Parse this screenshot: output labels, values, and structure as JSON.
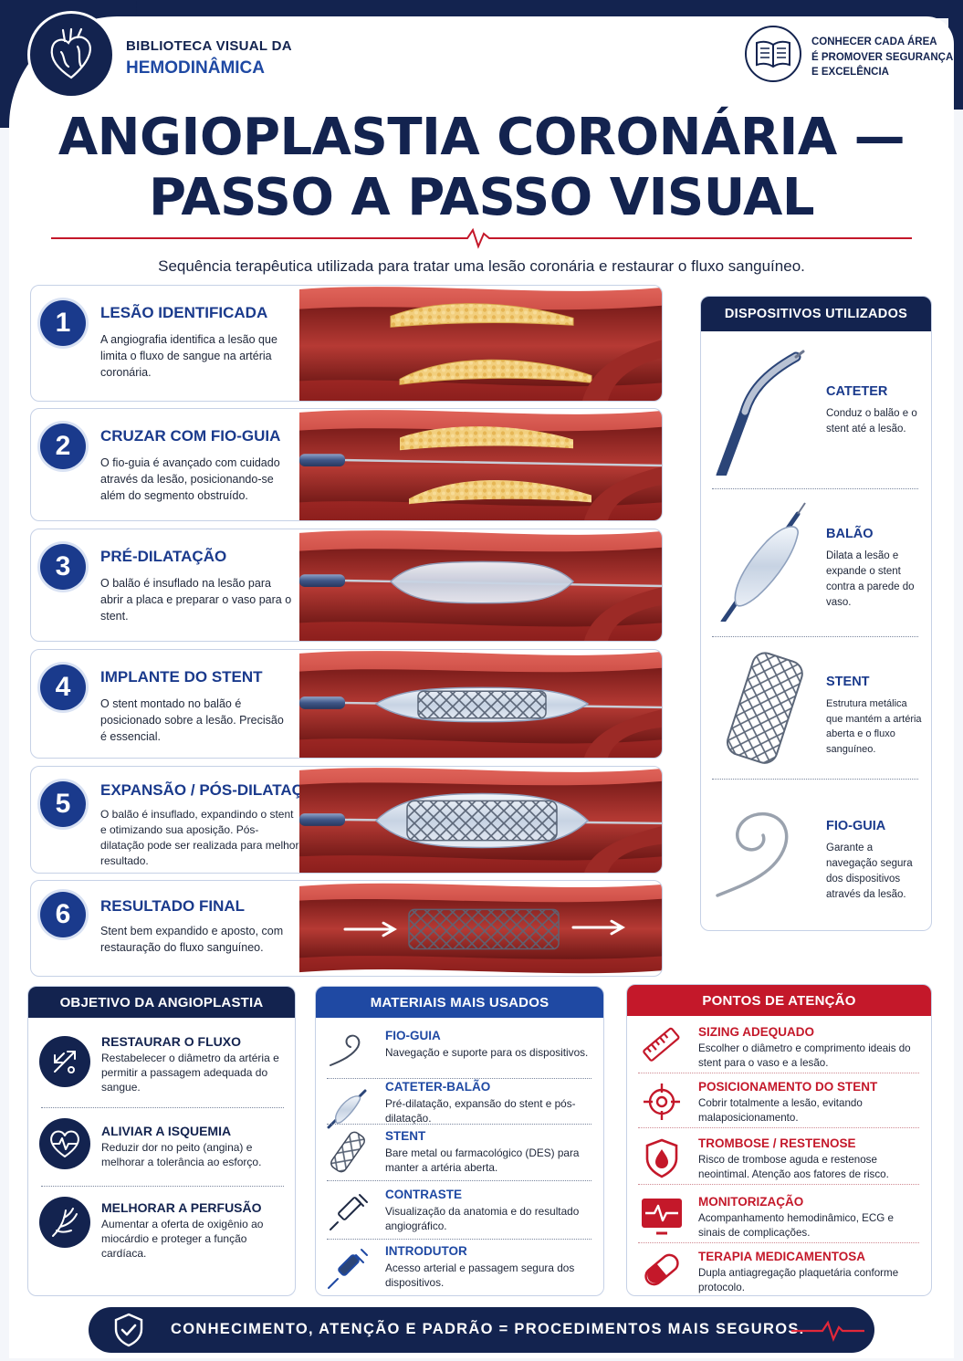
{
  "header": {
    "brand_line1": "BIBLIOTECA VISUAL DA",
    "brand_line2": "HEMODINÂMICA",
    "tagline": [
      "CONHECER CADA ÁREA",
      "É PROMOVER SEGURANÇA",
      "E EXCELÊNCIA"
    ],
    "logo_icon": "heart-icon",
    "tagline_icon": "book-icon"
  },
  "title": {
    "line1": "ANGIOPLASTIA CORONÁRIA —",
    "line2": "PASSO A PASSO VISUAL",
    "subtitle": "Sequência terapêutica utilizada para tratar uma lesão coronária e restaurar o fluxo sanguíneo."
  },
  "steps": [
    {
      "number": "1",
      "title": "LESÃO IDENTIFICADA",
      "desc": "A angiografia identifica a lesão que limita o fluxo de sangue na artéria coronária."
    },
    {
      "number": "2",
      "title": "CRUZAR COM FIO-GUIA",
      "desc": "O fio-guia é avançado com cuidado através da lesão, posicionando-se além do segmento obstruído."
    },
    {
      "number": "3",
      "title": "PRÉ-DILATAÇÃO",
      "desc": "O balão é insuflado na lesão para abrir a placa e preparar o vaso para o stent."
    },
    {
      "number": "4",
      "title": "IMPLANTE DO STENT",
      "desc": "O stent montado no balão é posicionado sobre a lesão. Precisão é essencial."
    },
    {
      "number": "5",
      "title": "EXPANSÃO / PÓS-DILATAÇÃO",
      "desc": "O balão é insuflado, expandindo o stent e otimizando sua aposição. Pós-dilatação pode ser realizada para melhor resultado."
    },
    {
      "number": "6",
      "title": "RESULTADO FINAL",
      "desc": "Stent bem expandido e aposto, com restauração do fluxo sanguíneo."
    }
  ],
  "devices": {
    "title": "DISPOSITIVOS UTILIZADOS",
    "items": [
      {
        "name": "CATETER",
        "desc": "Conduz o balão e o stent até a lesão.",
        "icon": "catheter-icon"
      },
      {
        "name": "BALÃO",
        "desc": "Dilata a lesão e expande o stent contra a parede do vaso.",
        "icon": "balloon-icon"
      },
      {
        "name": "STENT",
        "desc": "Estrutura metálica que mantém a artéria aberta e o fluxo sanguíneo.",
        "icon": "stent-icon"
      },
      {
        "name": "FIO-GUIA",
        "desc": "Garante a navegação segura dos dispositivos através da lesão.",
        "icon": "guidewire-icon"
      }
    ]
  },
  "objective": {
    "title": "OBJETIVO DA ANGIOPLASTIA",
    "items": [
      {
        "title": "RESTAURAR O FLUXO",
        "desc": "Restabelecer o diâmetro da artéria e permitir a passagem adequada do sangue.",
        "icon": "flow-arrows-icon"
      },
      {
        "title": "ALIVIAR A ISQUEMIA",
        "desc": "Reduzir dor no peito (angina) e melhorar a tolerância ao esforço.",
        "icon": "heart-pulse-icon"
      },
      {
        "title": "MELHORAR A PERFUSÃO",
        "desc": "Aumentar a oferta de oxigênio ao miocárdio e proteger a função cardíaca.",
        "icon": "vessel-branch-icon"
      }
    ]
  },
  "materials": {
    "title": "MATERIAIS MAIS USADOS",
    "items": [
      {
        "title": "FIO-GUIA",
        "desc": "Navegação e suporte para os dispositivos.",
        "icon": "guidewire-icon"
      },
      {
        "title": "CATETER-BALÃO",
        "desc": "Pré-dilatação, expansão do stent e pós-dilatação.",
        "icon": "balloon-catheter-icon"
      },
      {
        "title": "STENT",
        "desc": "Bare metal ou farmacológico (DES) para manter a artéria aberta.",
        "icon": "stent-icon"
      },
      {
        "title": "CONTRASTE",
        "desc": "Visualização da anatomia e do resultado angiográfico.",
        "icon": "syringe-icon"
      },
      {
        "title": "INTRODUTOR",
        "desc": "Acesso arterial e passagem segura dos dispositivos.",
        "icon": "introducer-icon"
      }
    ]
  },
  "attention": {
    "title": "PONTOS DE ATENÇÃO",
    "items": [
      {
        "title": "SIZING ADEQUADO",
        "desc": "Escolher o diâmetro e comprimento ideais do stent para o vaso e a lesão.",
        "icon": "ruler-icon"
      },
      {
        "title": "POSICIONAMENTO DO STENT",
        "desc": "Cobrir totalmente a lesão, evitando malaposicionamento.",
        "icon": "target-icon"
      },
      {
        "title": "TROMBOSE / RESTENOSE",
        "desc": "Risco de trombose aguda e restenose neointimal. Atenção aos fatores de risco.",
        "icon": "shield-drop-icon"
      },
      {
        "title": "MONITORIZAÇÃO",
        "desc": "Acompanhamento hemodinâmico, ECG e sinais de complicações.",
        "icon": "monitor-ecg-icon"
      },
      {
        "title": "TERAPIA MEDICAMENTOSA",
        "desc": "Dupla antiagregação plaquetária conforme protocolo.",
        "icon": "pill-icon"
      }
    ]
  },
  "footer": {
    "text": "CONHECIMENTO, ATENÇÃO E PADRÃO = PROCEDIMENTOS MAIS SEGUROS.",
    "icon": "shield-check-icon"
  },
  "colors": {
    "navy": "#13234f",
    "blue": "#1f49a3",
    "red": "#c4182a",
    "artery": "#c9463f"
  }
}
